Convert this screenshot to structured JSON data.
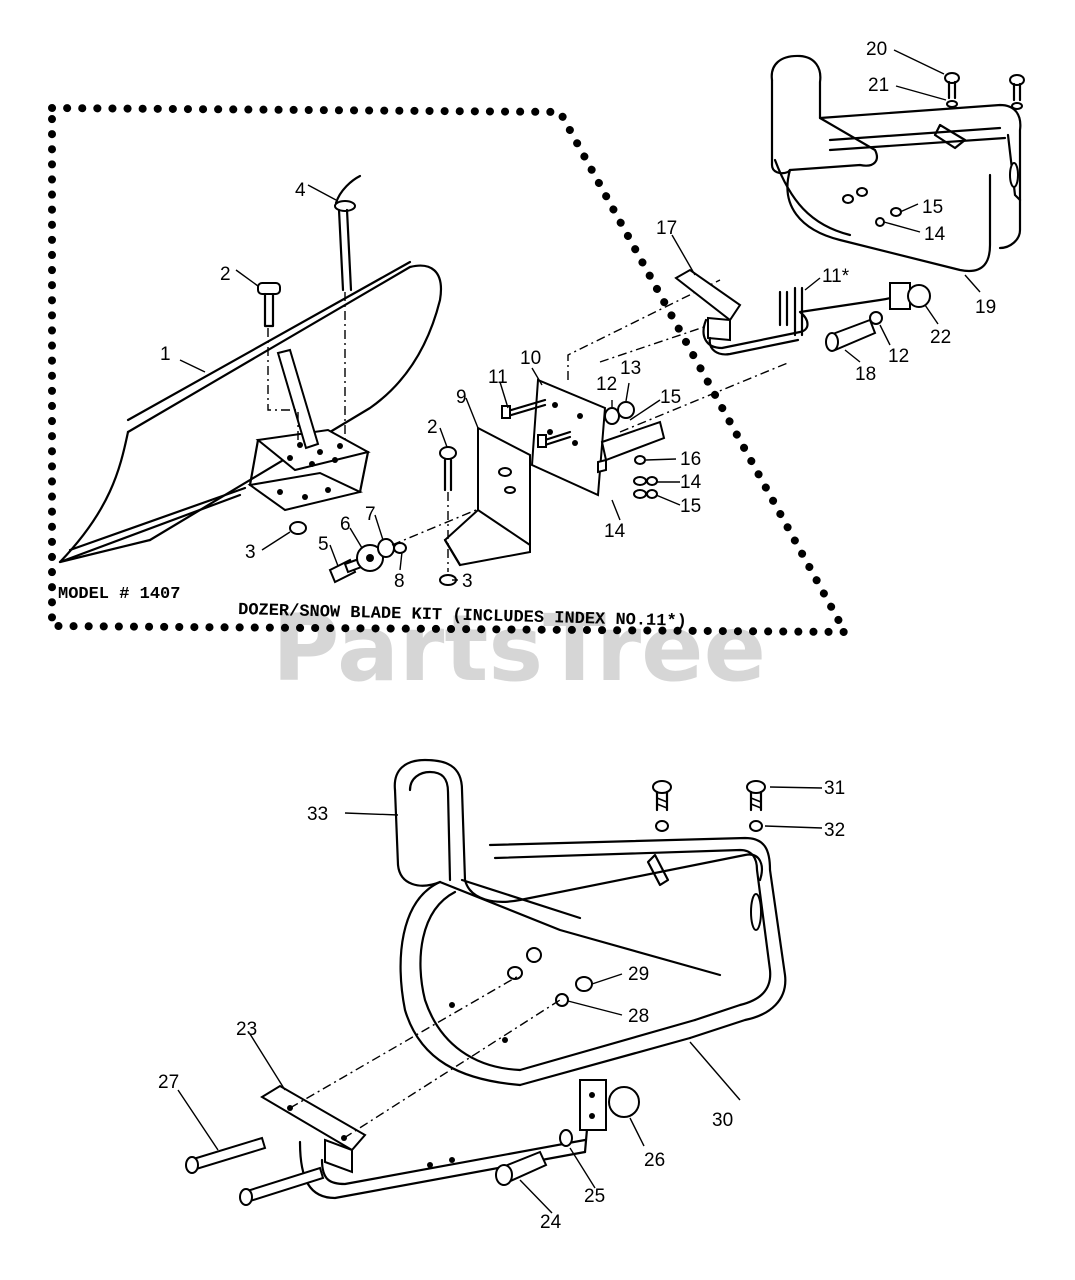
{
  "watermark": "PartsTree",
  "kit": {
    "model_label": "MODEL # 1407",
    "description": "DOZER/SNOW BLADE KIT (INCLUDES INDEX NO.11*)"
  },
  "callouts": {
    "c1": "1",
    "c2a": "2",
    "c2b": "2",
    "c3a": "3",
    "c3b": "3",
    "c4": "4",
    "c5": "5",
    "c6": "6",
    "c7": "7",
    "c8": "8",
    "c9": "9",
    "c10": "10",
    "c11a": "11",
    "c11b": "11*",
    "c12a": "12",
    "c12b": "12",
    "c13": "13",
    "c14a": "14",
    "c14b": "14",
    "c14c": "14",
    "c15a": "15",
    "c15b": "15",
    "c15c": "15",
    "c16": "16",
    "c17": "17",
    "c18": "18",
    "c19": "19",
    "c20": "20",
    "c21": "21",
    "c22": "22",
    "c23": "23",
    "c24": "24",
    "c25": "25",
    "c26": "26",
    "c27": "27",
    "c28": "28",
    "c29": "29",
    "c30": "30",
    "c31": "31",
    "c32": "32",
    "c33": "33"
  }
}
